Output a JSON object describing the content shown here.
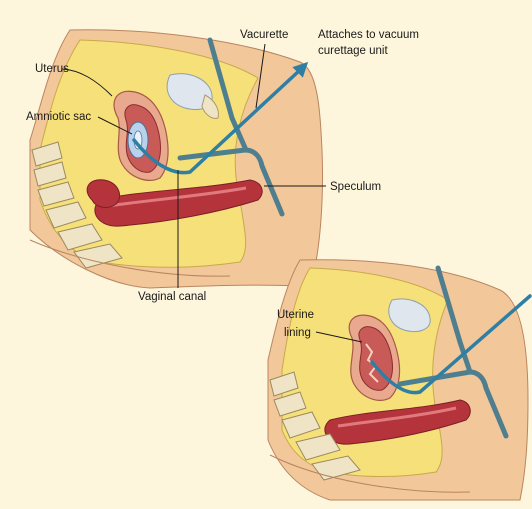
{
  "labels": {
    "uterus": "Uterus",
    "amniotic_sac": "Amniotic sac",
    "vacurette": "Vacurette",
    "attaches_line1": "Attaches to vacuum",
    "attaches_line2": "curettage unit",
    "speculum": "Speculum",
    "vaginal_canal": "Vaginal canal",
    "uterine_line1": "Uterine",
    "uterine_line2": "lining"
  },
  "colors": {
    "background": "#fdf6dc",
    "skin": "#f2c79a",
    "fat": "#f6e07a",
    "tissue": "#e8a98f",
    "muscle": "#b5343c",
    "bladder": "#dfe6ee",
    "bone": "#efe5c6",
    "instrument": "#2f7fa5",
    "speculum": "#4f7f8f"
  }
}
